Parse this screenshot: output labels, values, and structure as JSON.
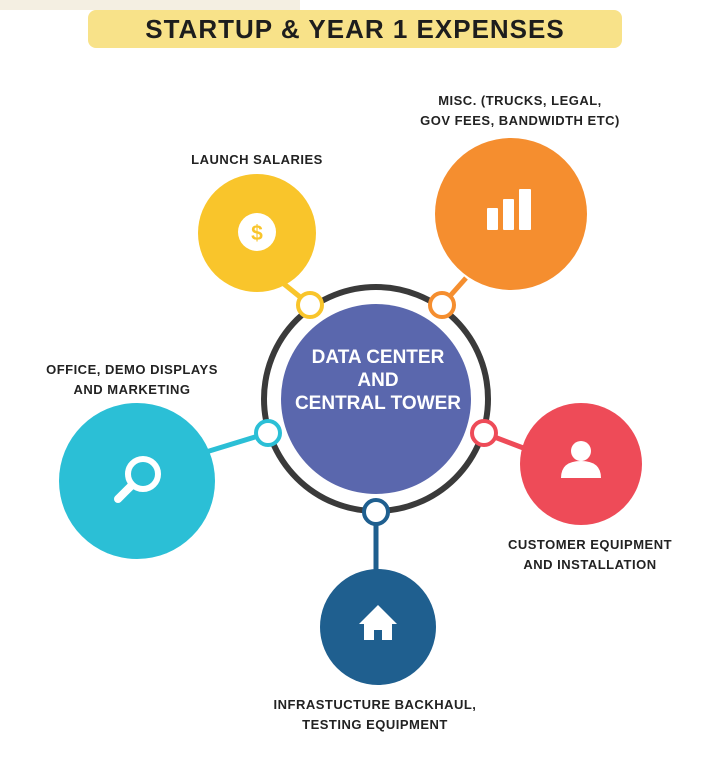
{
  "title": "STARTUP & YEAR 1 EXPENSES",
  "center": {
    "lines": [
      "DATA CENTER",
      "AND",
      "CENTRAL TOWER"
    ],
    "color": "#5a67ad"
  },
  "nodes": [
    {
      "id": "launch-salaries",
      "lines": [
        "LAUNCH SALARIES"
      ],
      "color": "#f9c52b",
      "icon": "dollar-coin-icon"
    },
    {
      "id": "misc",
      "lines": [
        "MISC. (TRUCKS, LEGAL,",
        "GOV FEES, BANDWIDTH ETC)"
      ],
      "color": "#f58e2f",
      "icon": "bar-chart-icon"
    },
    {
      "id": "office",
      "lines": [
        "OFFICE, DEMO DISPLAYS",
        "AND MARKETING"
      ],
      "color": "#2bbfd6",
      "icon": "search-icon"
    },
    {
      "id": "customer-equipment",
      "lines": [
        "CUSTOMER EQUIPMENT",
        "AND INSTALLATION"
      ],
      "color": "#ee4b58",
      "icon": "user-icon"
    },
    {
      "id": "infrastructure",
      "lines": [
        "INFRASTUCTURE BACKHAUL,",
        "TESTING EQUIPMENT"
      ],
      "color": "#1f5f8f",
      "icon": "house-icon"
    }
  ],
  "ring_color": "#3a3a3a"
}
